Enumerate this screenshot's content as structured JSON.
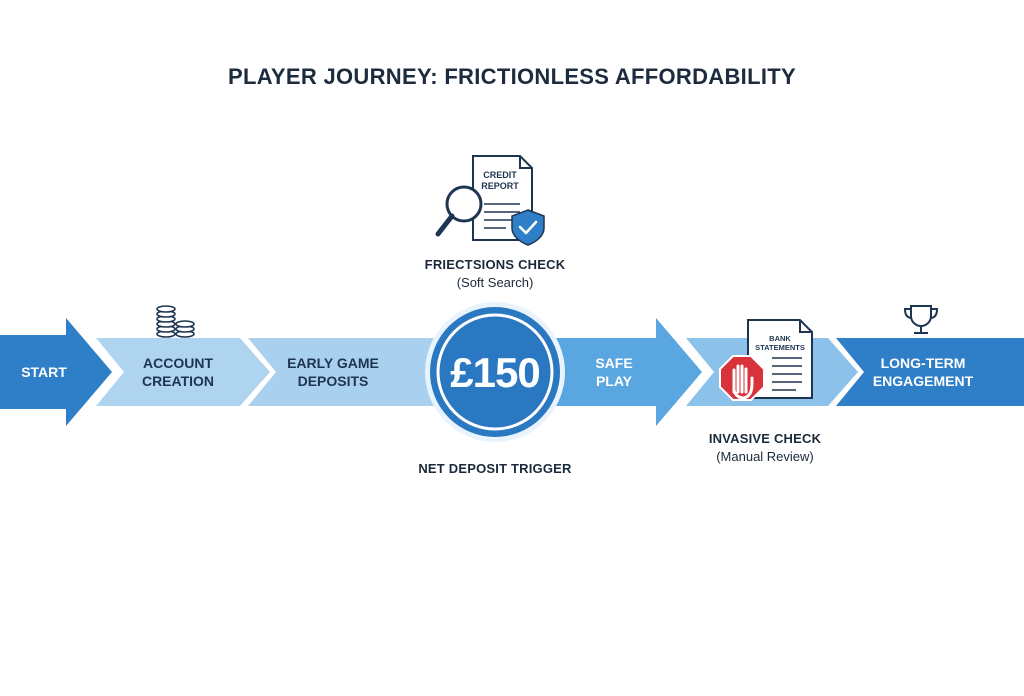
{
  "title": "PLAYER JOURNEY: FRICTIONLESS AFFORDABILITY",
  "stages": [
    {
      "line1": "START",
      "line2": ""
    },
    {
      "line1": "ACCOUNT",
      "line2": "CREATION"
    },
    {
      "line1": "EARLY GAME",
      "line2": "DEPOSITS"
    },
    {
      "line1": "SAFE",
      "line2": "PLAY"
    },
    {
      "line1": "LONG-TERM",
      "line2": "ENGAGEMENT"
    }
  ],
  "trigger": {
    "amount": "£150",
    "caption": "NET DEPOSIT TRIGGER"
  },
  "soft_check": {
    "title": "FRIECTSIONS CHECK",
    "subtitle": "(Soft Search)",
    "doc_line1": "CREDIT",
    "doc_line2": "REPORT"
  },
  "invasive_check": {
    "title": "INVASIVE CHECK",
    "subtitle": "(Manual Review)",
    "doc_line1": "BANK",
    "doc_line2": "STATEMENTS"
  },
  "icons": {
    "coins": "coins-stack-icon",
    "credit": "magnifier-report-icon",
    "shield": "shield-check-icon",
    "stop": "stop-hand-icon",
    "trophy": "trophy-icon"
  },
  "colors": {
    "dark_blue": "#2f7fc8",
    "light_blue": "#a9d1ef",
    "mid_blue": "#5aa6e0",
    "red": "#d8323a"
  }
}
